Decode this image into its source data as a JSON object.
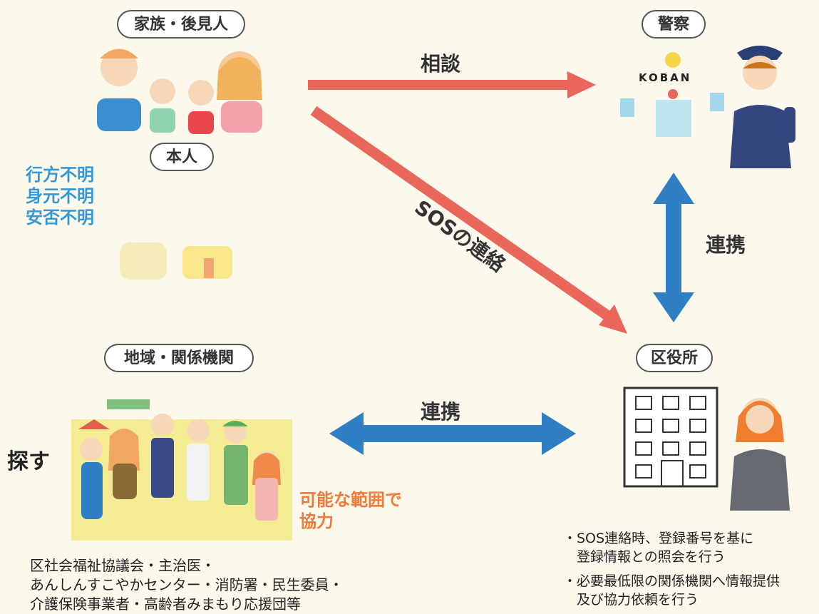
{
  "nodes": {
    "family": "家族・後見人",
    "police": "警察",
    "person": "本人",
    "community": "地域・関係機関",
    "ward_office": "区役所"
  },
  "koban_sign": "KOBAN",
  "arrows": {
    "consult": "相談",
    "sos": "SOSの連絡",
    "link_vertical": "連携",
    "link_horizontal": "連携"
  },
  "status": [
    "行方不明",
    "身元不明",
    "安否不明"
  ],
  "search_label": "探す",
  "cooperate": [
    "可能な範囲で",
    "協力"
  ],
  "community_list": [
    "区社会福祉協議会・主治医・",
    "あんしんすこやかセンター・消防署・民生委員・",
    "介護保険事業者・高齢者みまもり応援団等"
  ],
  "office_notes": [
    "・SOS連絡時、登録番号を基に",
    "　登録情報との照会を行う",
    "・必要最低限の関係機関へ情報提供",
    "　及び協力依頼を行う"
  ],
  "colors": {
    "red_arrow": "#e8665a",
    "blue_arrow": "#2f7fc4",
    "status_blue": "#3399d6",
    "orange_text": "#ee7a3a"
  }
}
